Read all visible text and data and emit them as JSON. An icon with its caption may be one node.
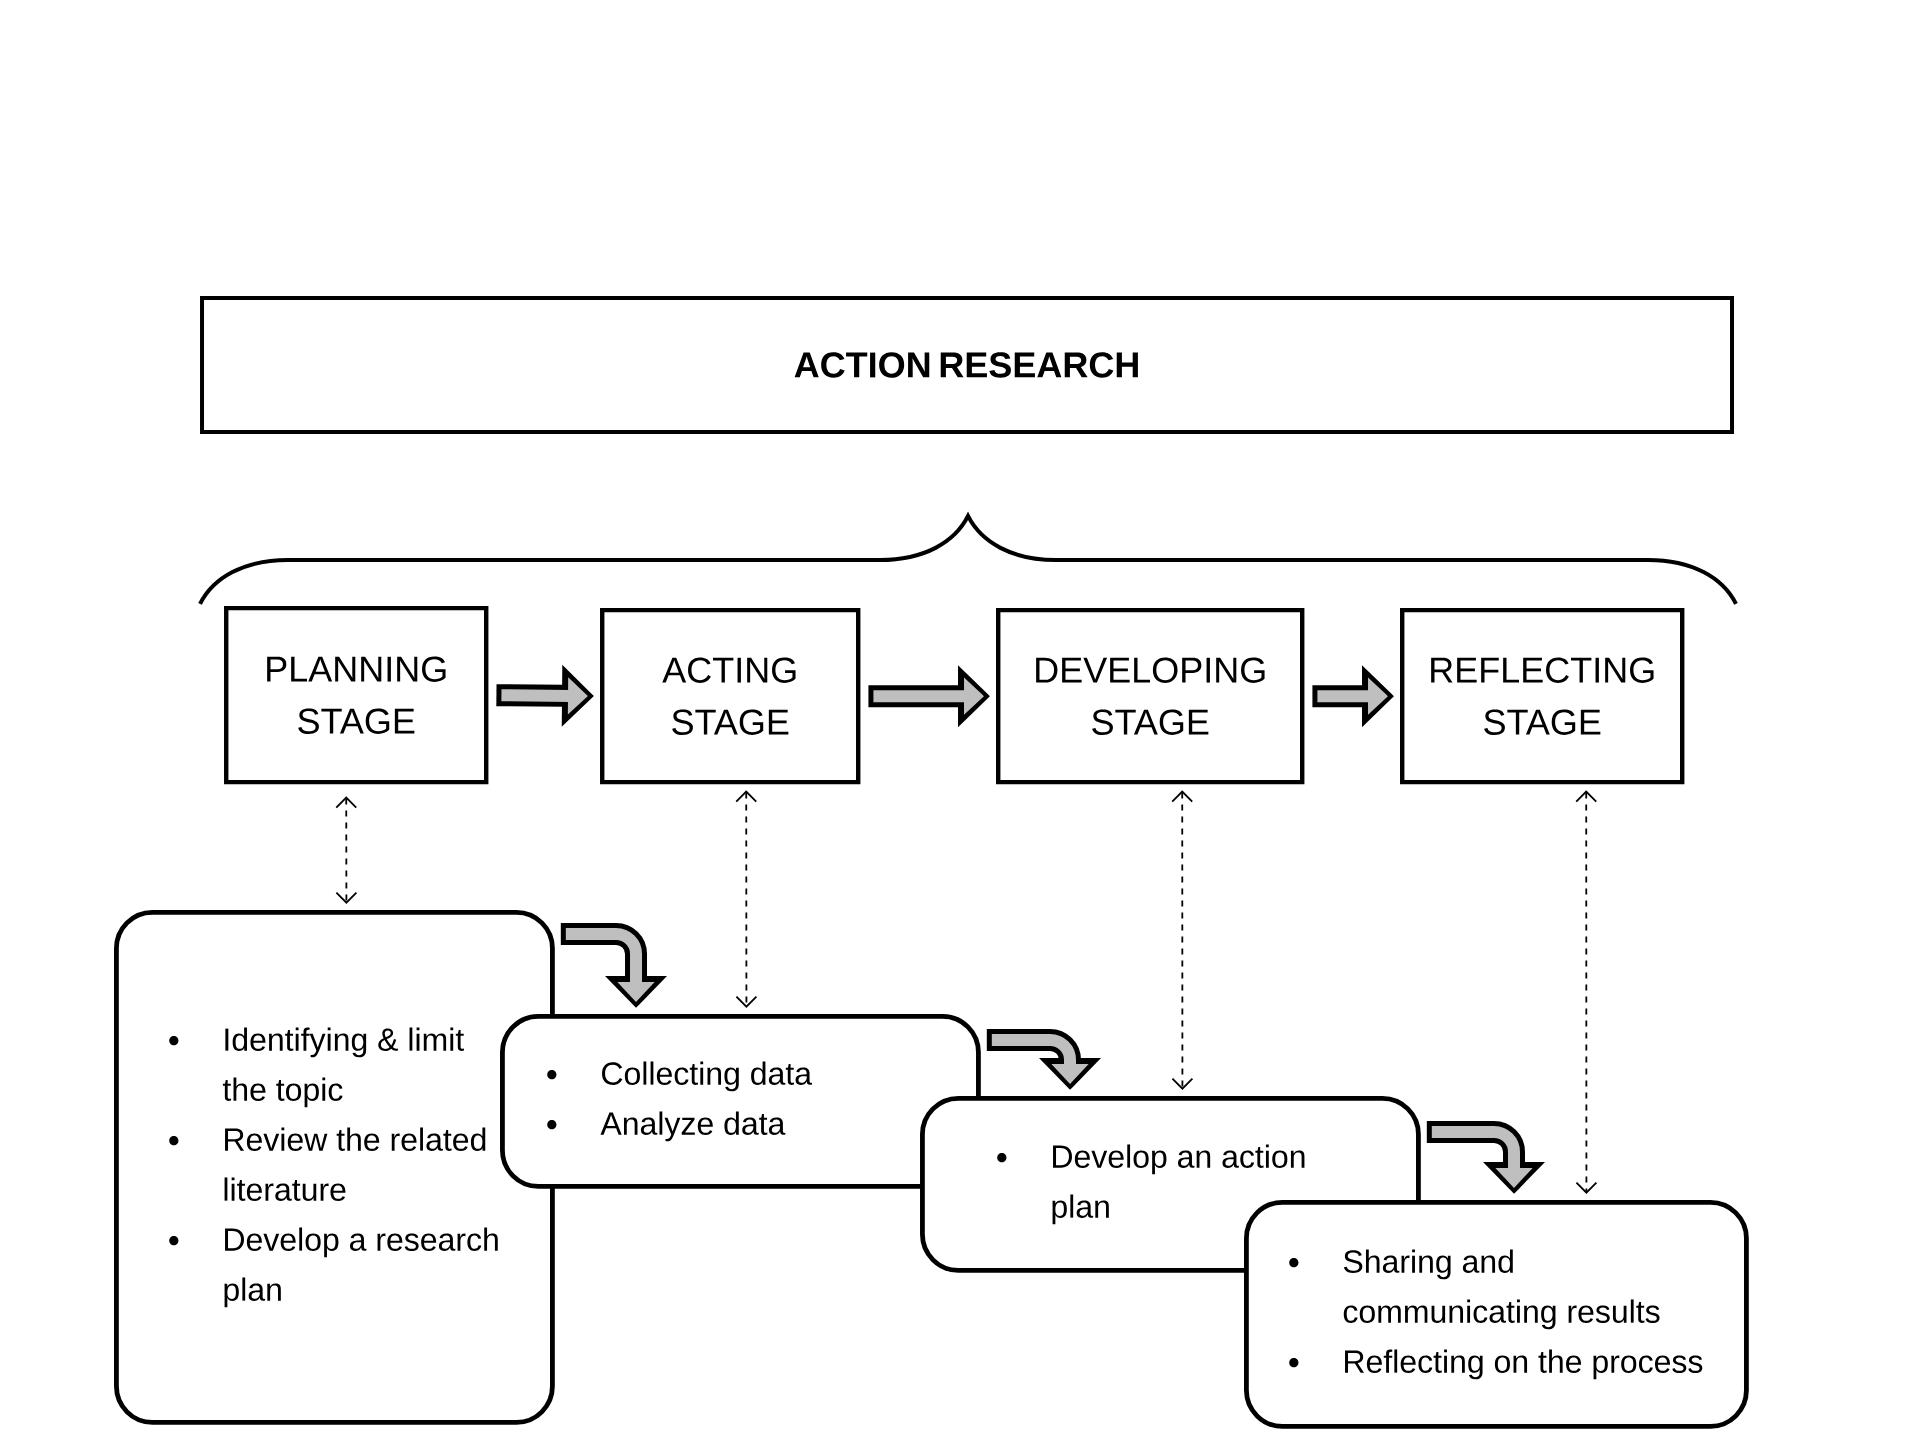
{
  "diagram": {
    "nodes": [
      {
        "text": [
          "ACTION RESEARCH"
        ]
      },
      {
        "text": [
          "PLANNING STAGE"
        ]
      },
      {
        "text": [
          "ACTING STAGE"
        ]
      },
      {
        "text": [
          "DEVELOPING STAGE"
        ]
      },
      {
        "text": [
          "REFLECTING STAGE"
        ]
      },
      {
        "text": [
          "Identifying & limit the topic",
          "Review the related literature",
          "Develop a research plan"
        ]
      },
      {
        "text": [
          "Collecting data",
          "Analyze data"
        ]
      },
      {
        "text": [
          "Develop an action plan"
        ]
      },
      {
        "text": [
          "Sharing and communicating results",
          "Reflecting on the process"
        ]
      }
    ],
    "edges": [
      {
        "from": 1,
        "to": 2,
        "arrow": "to"
      },
      {
        "from": 2,
        "to": 3,
        "arrow": "to"
      },
      {
        "from": 3,
        "to": 4,
        "arrow": "to"
      },
      {
        "from": 1,
        "to": 5,
        "arrow": "both",
        "style": "dashed",
        "color": "#000000"
      },
      {
        "from": 2,
        "to": 6,
        "arrow": "both",
        "style": "dashed",
        "color": "#000000"
      },
      {
        "from": 3,
        "to": 7,
        "arrow": "both",
        "style": "dashed",
        "color": "#000000"
      },
      {
        "from": 4,
        "to": 8,
        "arrow": "both",
        "style": "dashed",
        "color": "#000000"
      },
      {
        "from": 5,
        "to": 6,
        "arrow": "to"
      },
      {
        "from": 6,
        "to": 7,
        "arrow": "to"
      },
      {
        "from": 7,
        "to": 8,
        "arrow": "to"
      }
    ]
  }
}
